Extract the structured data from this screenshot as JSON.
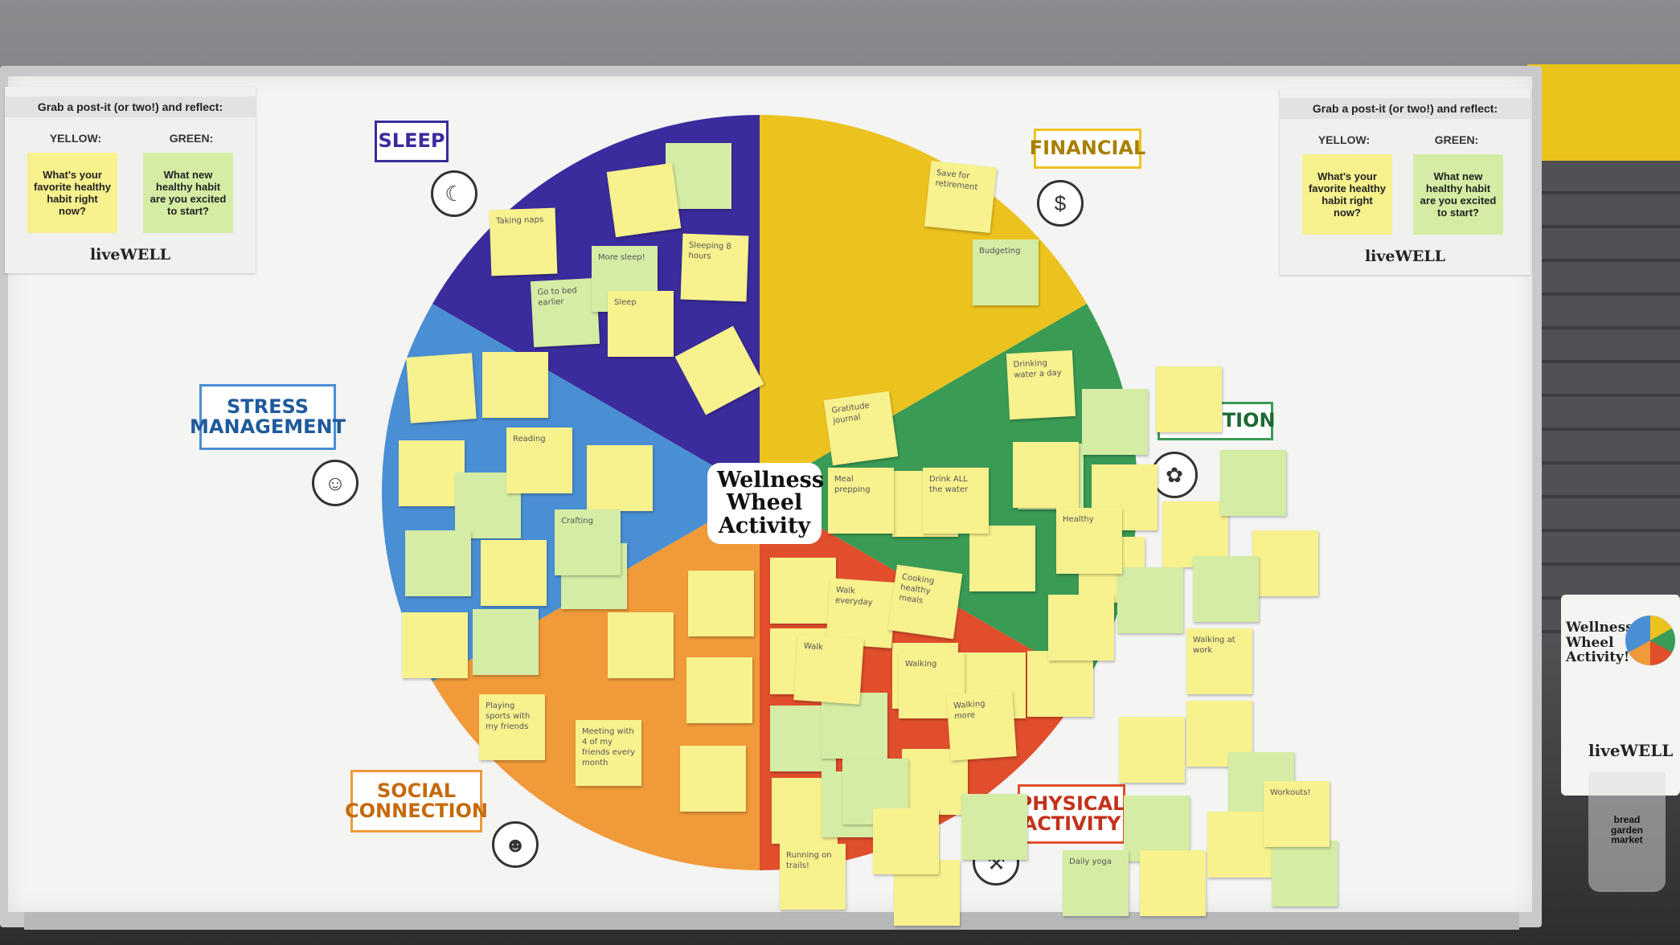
{
  "cards": [
    {
      "title": "Grab a post-it (or two!) and reflect:",
      "yellow_label": "YELLOW:",
      "green_label": "GREEN:",
      "yellow_text": "What's your favorite healthy habit right now?",
      "green_text": "What new healthy habit are you excited to start?",
      "logo": "liveWELL"
    },
    {
      "title": "Grab a post-it (or two!) and reflect:",
      "yellow_label": "YELLOW:",
      "green_label": "GREEN:",
      "yellow_text": "What's your favorite healthy habit right now?",
      "green_text": "What new healthy habit are you excited to start?",
      "logo": "liveWELL"
    }
  ],
  "categories": {
    "sleep": "SLEEP",
    "financial": "FINANCIAL",
    "stress": "STRESS MANAGEMENT",
    "nutrition": "NUTRITION",
    "social": "SOCIAL CONNECTION",
    "physical": "PHYSICAL ACTIVITY"
  },
  "wheel_title": "Wellness Wheel Activity",
  "wheel_colors": {
    "sleep": "#3a2c9c",
    "financial": "#ecc21e",
    "nutrition": "#3a9b55",
    "physical": "#e04e2c",
    "social": "#f09a3a",
    "stress": "#4a8fd4"
  },
  "notes": [
    {
      "text": "Sleeping 8 hours"
    },
    {
      "text": "Go to bed earlier"
    },
    {
      "text": "More sleep!"
    },
    {
      "text": "Sleep"
    },
    {
      "text": "Taking naps"
    },
    {
      "text": "Save for retirement"
    },
    {
      "text": "Budgeting"
    },
    {
      "text": "Drinking water a day"
    },
    {
      "text": "Gratitude journal"
    },
    {
      "text": "Drink ALL the water"
    },
    {
      "text": "Meal prepping"
    },
    {
      "text": "Walking"
    },
    {
      "text": "Walk everyday"
    },
    {
      "text": "Running on trails!"
    },
    {
      "text": "Walk"
    },
    {
      "text": "Crafting"
    },
    {
      "text": "Reading"
    },
    {
      "text": "Workouts!"
    },
    {
      "text": "Walking more"
    },
    {
      "text": "Daily yoga"
    },
    {
      "text": "Healthy"
    },
    {
      "text": "Cooking healthy meals"
    },
    {
      "text": "Playing sports with my friends"
    },
    {
      "text": "Meeting with 4 of my friends every month"
    },
    {
      "text": "Walking at work"
    }
  ],
  "poster": {
    "title": "Wellness Wheel Activity!",
    "logo": "liveWELL"
  },
  "cup": {
    "text": "bread garden market"
  }
}
